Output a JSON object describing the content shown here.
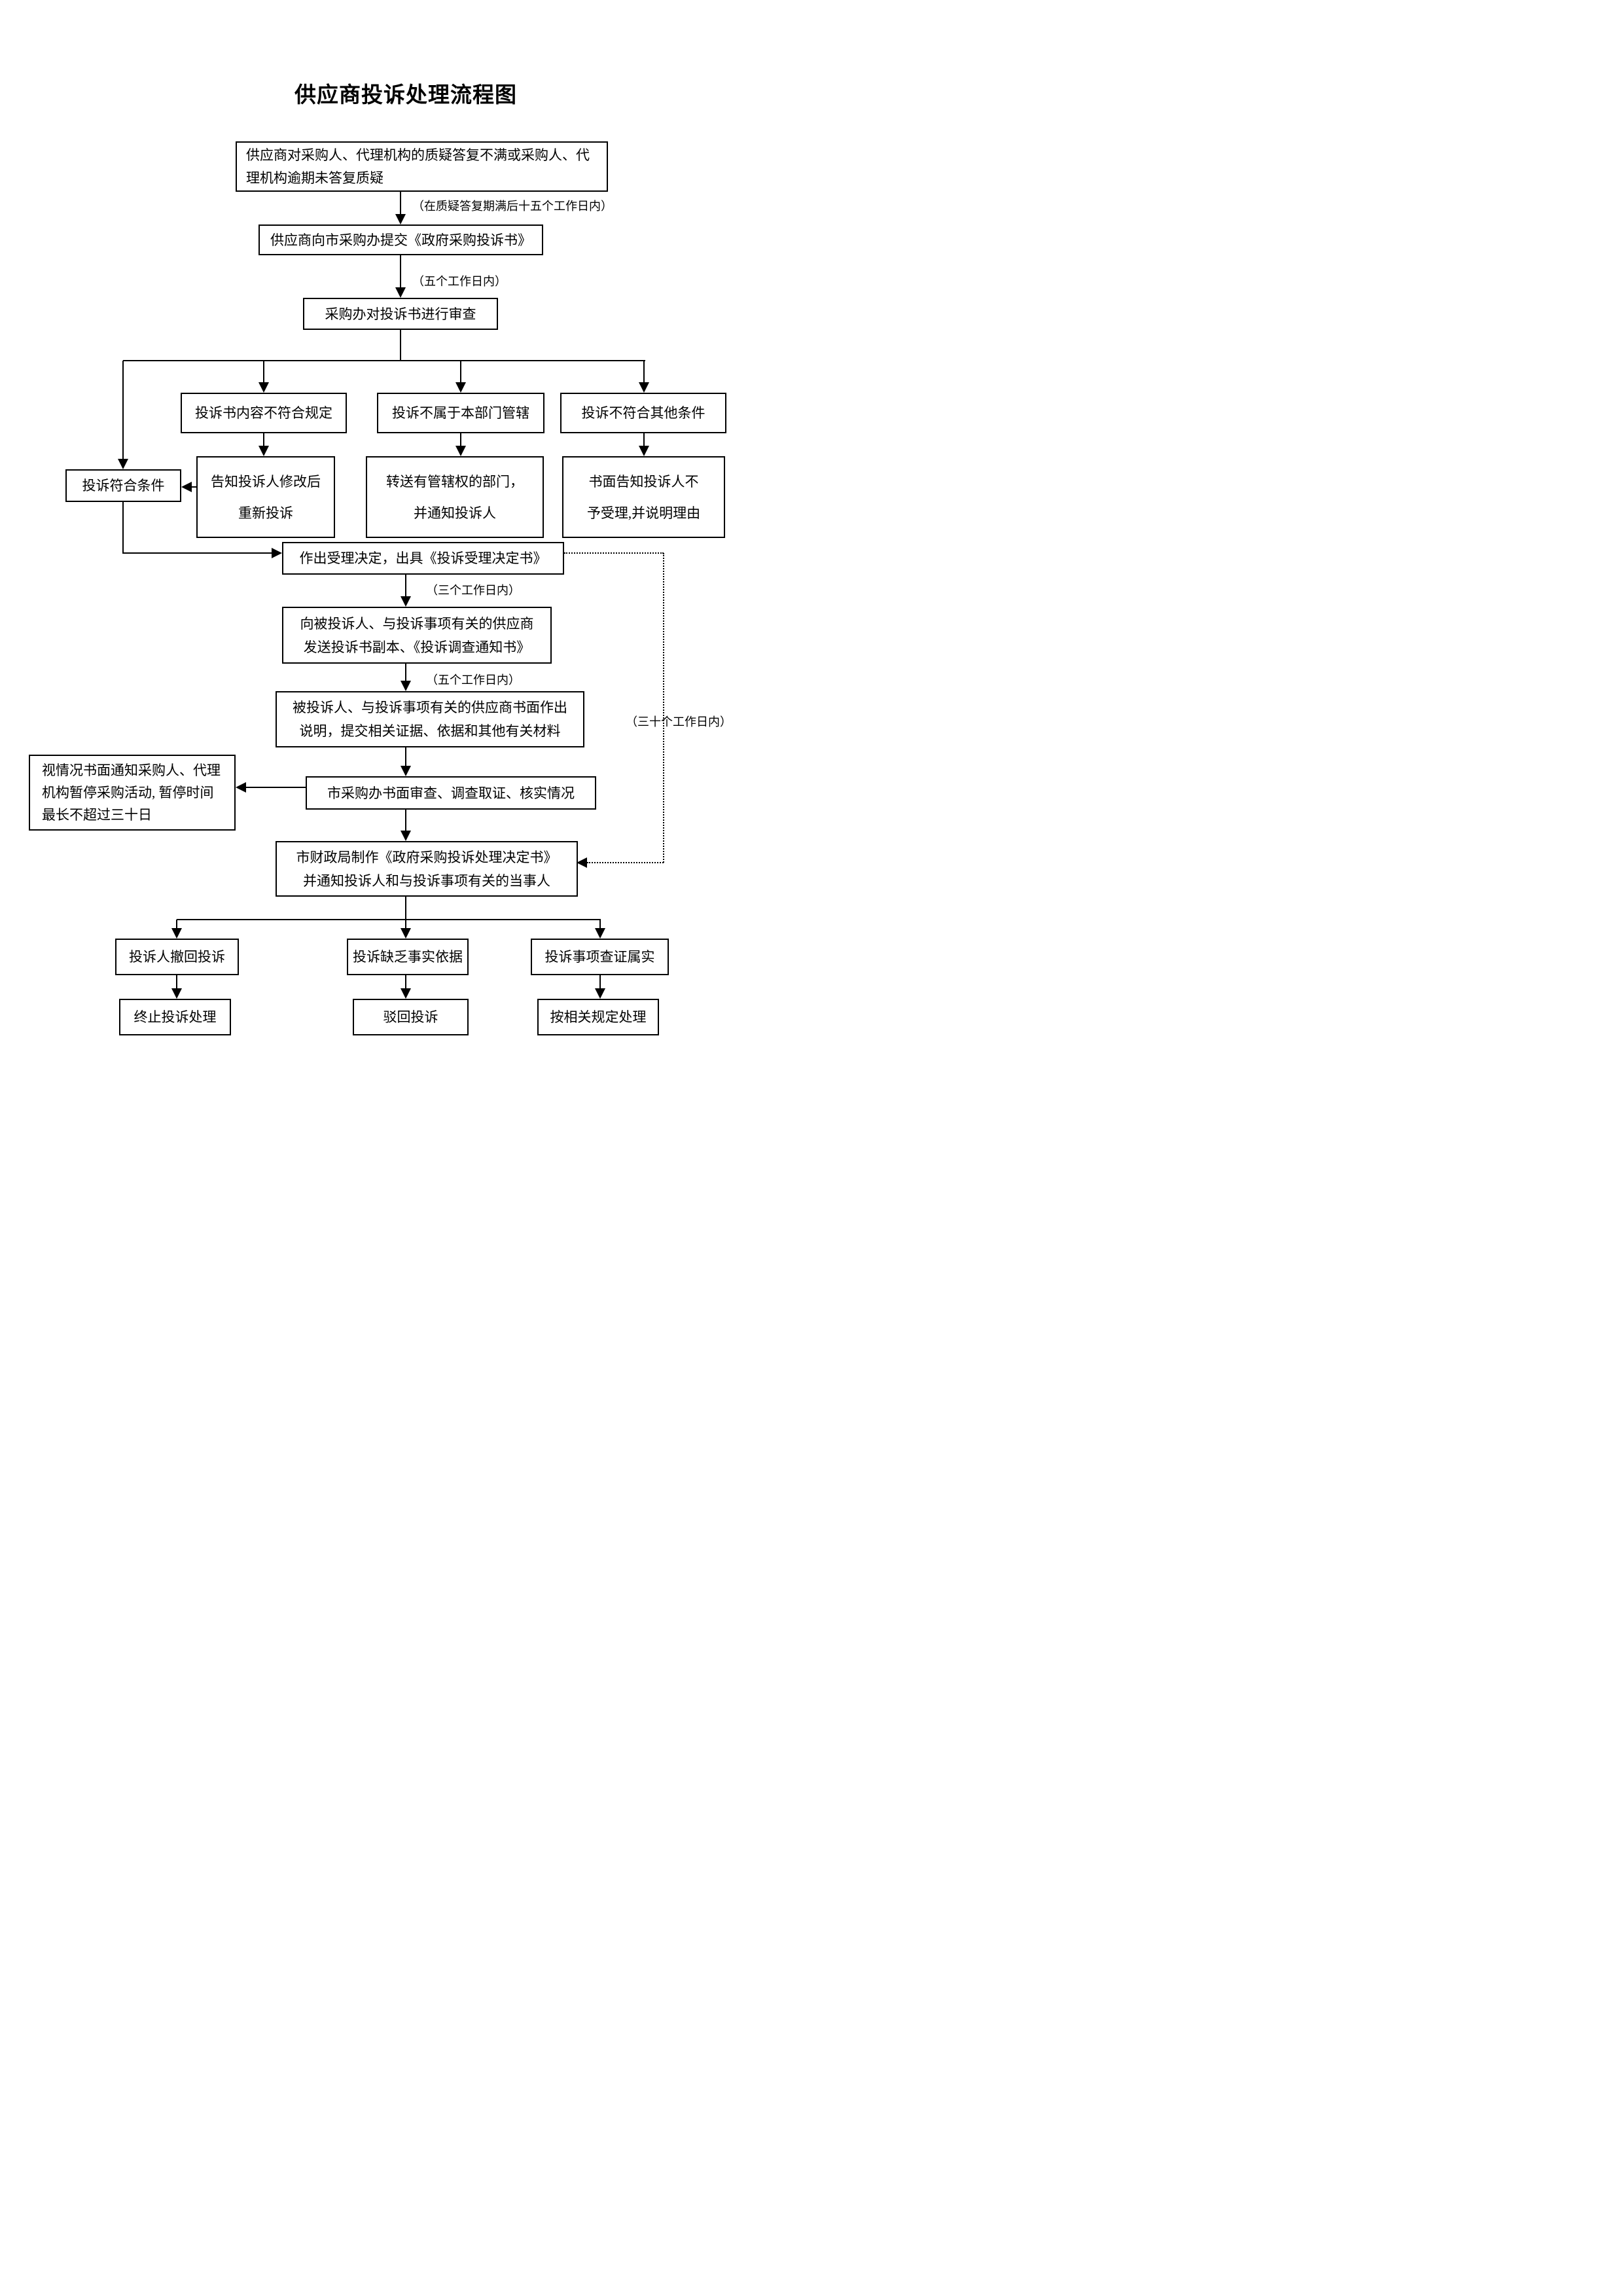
{
  "page": {
    "title": "供应商投诉处理流程图",
    "background": "#ffffff",
    "ink": "#000000"
  },
  "nodes": {
    "start": "供应商对采购人、代理机构的质疑答复不满或采购人、代理机构逾期未答复质疑",
    "submit": "供应商向市采购办提交《政府采购投诉书》",
    "review": "采购办对投诉书进行审查",
    "invalid_content": "投诉书内容不符合规定",
    "not_jurisdiction": "投诉不属于本部门管辖",
    "other_invalid": "投诉不符合其他条件",
    "qualify": "投诉符合条件",
    "modify": "告知投诉人修改后重新投诉",
    "transfer": "转送有管辖权的部门，并通知投诉人",
    "reject_written": "书面告知投诉人不予受理,并说明理由",
    "accept": "作出受理决定，出具《投诉受理决定书》",
    "notify": "向被投诉人、与投诉事项有关的供应商发送投诉书副本、《投诉调查通知书》",
    "explain": "被投诉人、与投诉事项有关的供应商书面作出说明，提交相关证据、依据和其他有关材料",
    "verify": "市采购办书面审查、调查取证、核实情况",
    "suspend": "视情况书面通知采购人、代理机构暂停采购活动, 暂停时间最长不超过三十日",
    "decision": "市财政局制作《政府采购投诉处理决定书》并通知投诉人和与投诉事项有关的当事人",
    "withdraw": "投诉人撤回投诉",
    "no_facts": "投诉缺乏事实依据",
    "verified_true": "投诉事项查证属实",
    "terminate": "终止投诉处理",
    "dismiss": "驳回投诉",
    "handle_regulations": "按相关规定处理"
  },
  "edge_labels": {
    "fifteen_days": "（在质疑答复期满后十五个工作日内）",
    "five_days": "（五个工作日内）",
    "three_days": "（三个工作日内）",
    "thirty_days": "（三十个工作日内）"
  }
}
